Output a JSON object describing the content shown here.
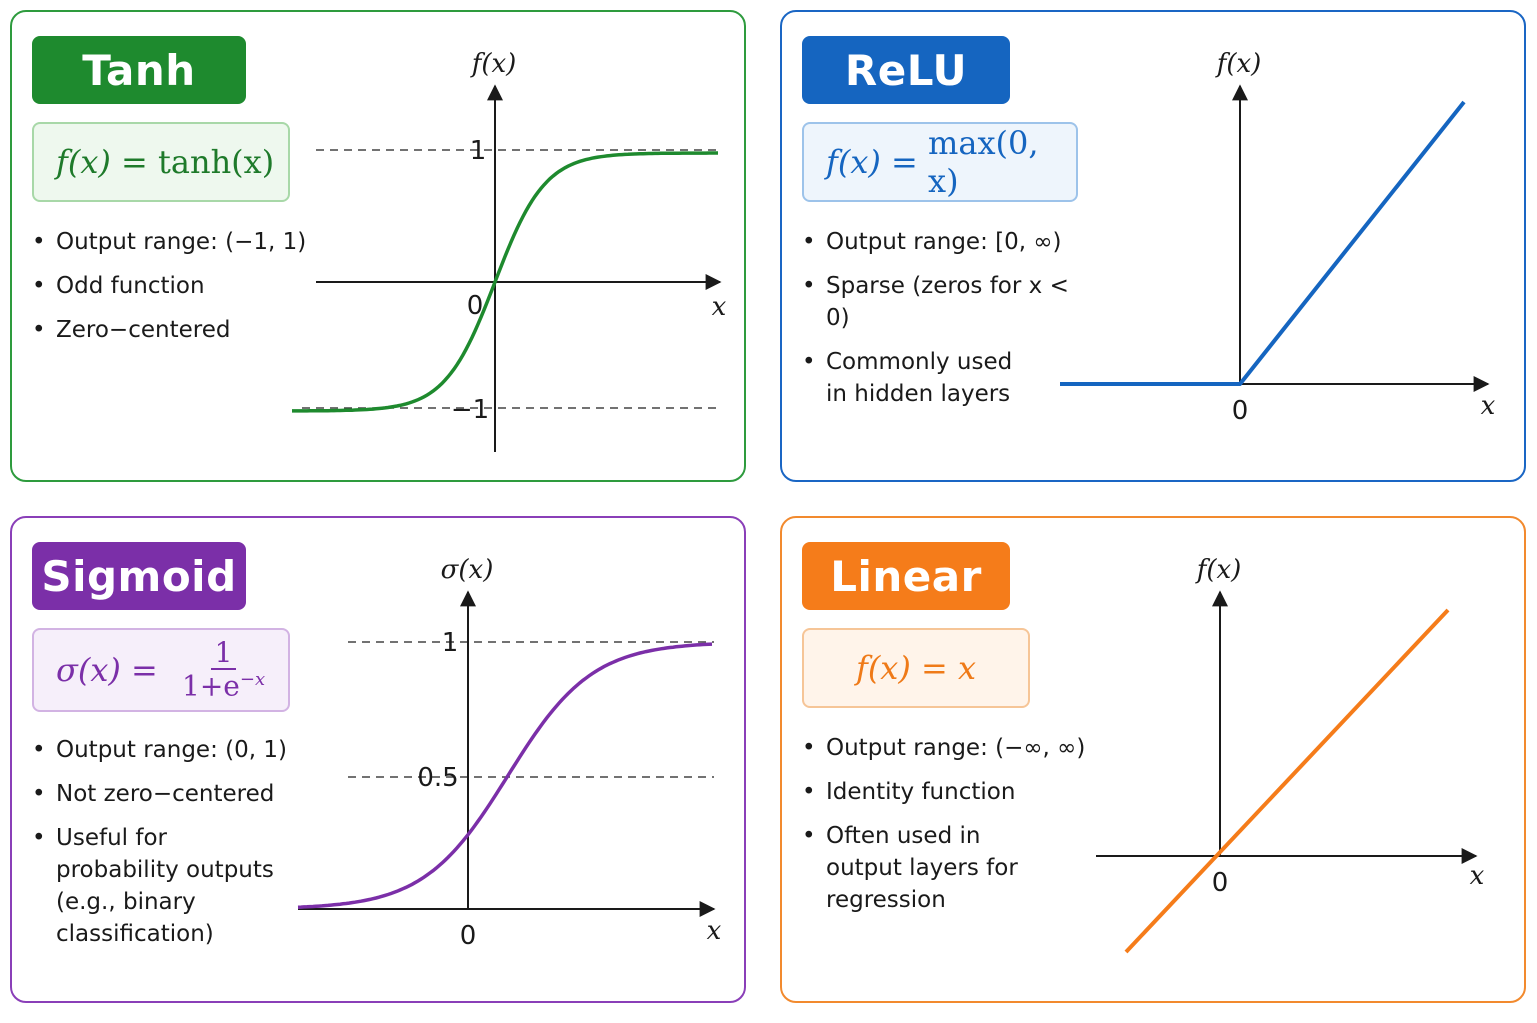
{
  "panels": [
    {
      "id": "tanh",
      "title": "Tanh",
      "color": "#1e8a2e",
      "formula_bg": "#eef8ee",
      "formula_border": "#a8d8a8",
      "formula": {
        "lhs": "f(x)",
        "eq": " = ",
        "rhs": "tanh(x)"
      },
      "notes": [
        "Output range: (−1, 1)",
        "Odd function",
        "Zero−centered"
      ],
      "ylabel": "f(x)",
      "xlabel": "x",
      "ticks": {
        "y_top": "1",
        "y_bottom": "−1",
        "origin": "0"
      }
    },
    {
      "id": "relu",
      "title": "ReLU",
      "color": "#1565c0",
      "formula_bg": "#eef5fc",
      "formula_border": "#9dc3ea",
      "formula": {
        "lhs": "f(x)",
        "eq": " = ",
        "rhs": "max(0, x)"
      },
      "notes": [
        "Output range: [0, ∞)",
        "Sparse (zeros for x < 0)",
        "Commonly used in hidden layers"
      ],
      "ylabel": "f(x)",
      "xlabel": "x",
      "ticks": {
        "origin": "0"
      }
    },
    {
      "id": "sigmoid",
      "title": "Sigmoid",
      "color": "#7b2fa8",
      "formula_bg": "#f6effa",
      "formula_border": "#d2b3e3",
      "formula": {
        "lhs": "σ(x)",
        "eq": " = ",
        "num": "1",
        "den": "1+e",
        "den_sup": "−x"
      },
      "notes": [
        "Output range: (0, 1)",
        "Not zero−centered",
        "Useful for probability outputs (e.g., binary classification)"
      ],
      "ylabel": "σ(x)",
      "xlabel": "x",
      "ticks": {
        "y_top": "1",
        "y_mid": "0.5",
        "origin": "0"
      }
    },
    {
      "id": "linear",
      "title": "Linear",
      "color": "#f57c1a",
      "formula_bg": "#fff4ea",
      "formula_border": "#f6c597",
      "formula": {
        "lhs": "f(x)",
        "eq": " = ",
        "rhs": "x"
      },
      "notes": [
        "Output range: (−∞, ∞)",
        "Identity function",
        "Often used in output layers for regression"
      ],
      "ylabel": "f(x)",
      "xlabel": "x",
      "ticks": {
        "origin": "0"
      }
    }
  ]
}
